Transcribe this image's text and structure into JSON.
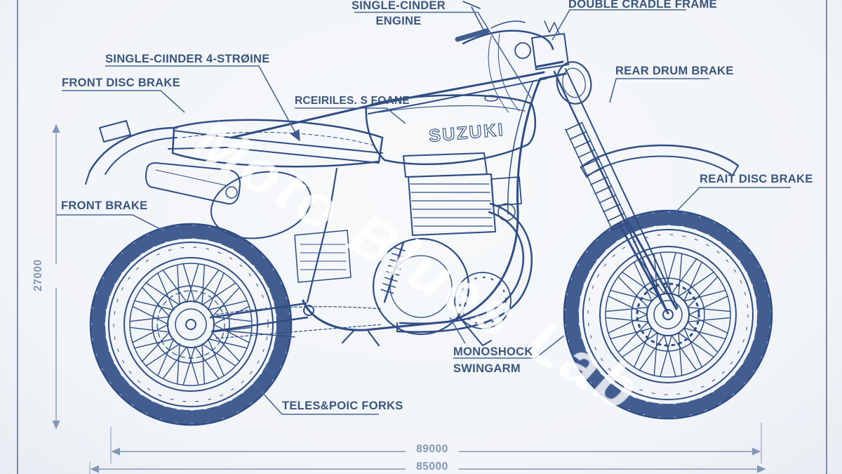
{
  "brand": "SUZUKI",
  "watermark": "Moto Blues Lab",
  "colors": {
    "ink": "#2f4d84",
    "leader": "#4a6694",
    "label_text": "#3a567f",
    "dimension": "#8496b6",
    "background": "#f3f6f9"
  },
  "labels": {
    "engine": {
      "line1": "SINGLE-CINDER",
      "line2": "ENGINE"
    },
    "frame": {
      "text": "DOUBLE CRADLE FRAME"
    },
    "four_stroke": {
      "text": "SINGLE-CIINDER 4-STRØINE"
    },
    "front_disc": {
      "text": "FRONT DISC BRAKE"
    },
    "garbled": {
      "text": "RCEIRILES. S FOANE"
    },
    "rear_drum": {
      "text": "REAR DRUM BRAKE"
    },
    "rear_disc": {
      "text": "REAIT DISC BRAKE"
    },
    "front_brake": {
      "text": "FRONT BRAKE"
    },
    "monoshock": {
      "line1": "MONOSHOCK",
      "line2": "SWINGARM"
    },
    "forks": {
      "text": "TELES&POIC FORKS"
    }
  },
  "dimensions": {
    "height": "27000",
    "upper_length": "89000",
    "lower_length": "85000"
  }
}
